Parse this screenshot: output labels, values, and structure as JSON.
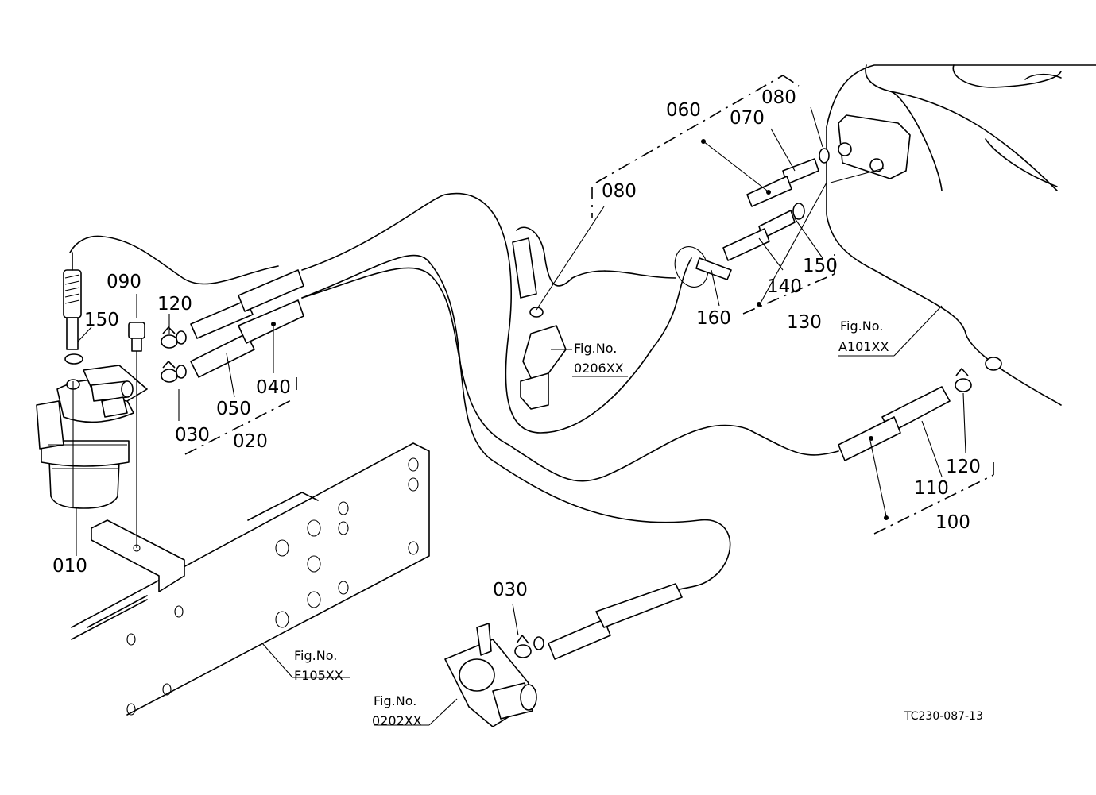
{
  "parts": {
    "p010": "010",
    "p020": "020",
    "p030a": "030",
    "p030b": "030",
    "p040": "040",
    "p050": "050",
    "p060": "060",
    "p070": "070",
    "p080a": "080",
    "p080b": "080",
    "p090": "090",
    "p100": "100",
    "p110": "110",
    "p120a": "120",
    "p120b": "120",
    "p130": "130",
    "p140": "140",
    "p150a": "150",
    "p150b": "150",
    "p160": "160"
  },
  "references": {
    "fig_label": "Fig.No.",
    "r0206": "0206XX",
    "rA101": "A101XX",
    "rF105": "F105XX",
    "r0202": "0202XX"
  },
  "drawing_code": "TC230-087-13"
}
